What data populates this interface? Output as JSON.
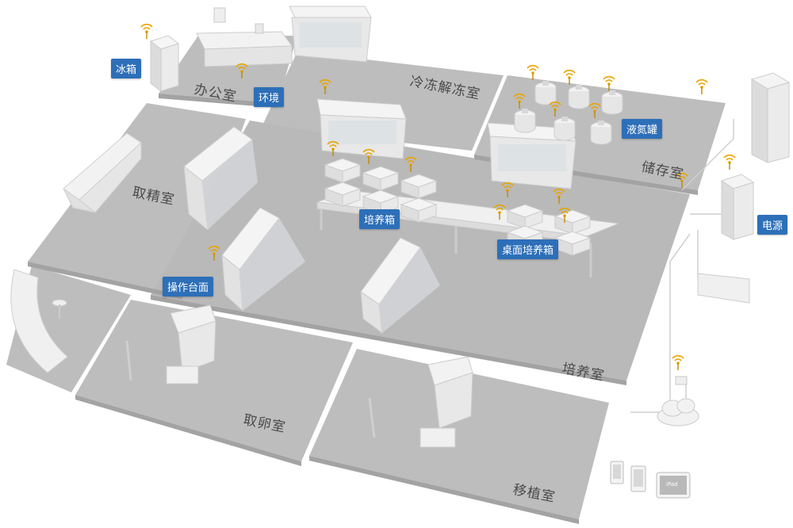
{
  "rooms": {
    "office": "办公室",
    "freeze_thaw": "冷冻解冻室",
    "storage": "储存室",
    "sperm_retrieval": "取精室",
    "culture": "培养室",
    "egg_retrieval": "取卵室",
    "transfer": "移植室"
  },
  "tags": {
    "fridge": "冰箱",
    "environment": "环境",
    "liquid_nitrogen": "液氮罐",
    "incubator": "培养箱",
    "desktop_incubator": "桌面培养箱",
    "workbench": "操作台面",
    "power": "电源"
  },
  "devices": {
    "ipad_label": "iPad"
  },
  "colors": {
    "floor": "#bdbdbd",
    "floor_dark": "#a9a9a9",
    "wall": "#e9e9e9",
    "tag": "#2d6fb8",
    "antenna": "#e8a400"
  }
}
